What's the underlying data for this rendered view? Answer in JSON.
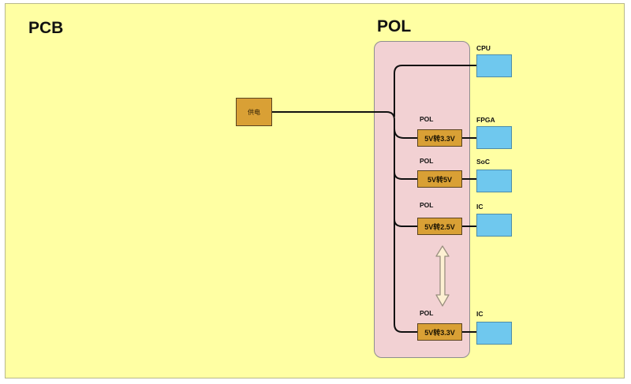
{
  "board": {
    "title": "PCB",
    "pol_title": "POL"
  },
  "source": {
    "label": "供电"
  },
  "converters": [
    {
      "tag": "POL",
      "label": "5V转3.3V"
    },
    {
      "tag": "POL",
      "label": "5V转5V"
    },
    {
      "tag": "POL",
      "label": "5V转2.5V"
    },
    {
      "tag": "POL",
      "label": "5V转3.3V"
    }
  ],
  "loads": [
    {
      "label": "CPU"
    },
    {
      "label": "FPGA"
    },
    {
      "label": "SoC"
    },
    {
      "label": "IC"
    },
    {
      "label": "IC"
    }
  ],
  "colors": {
    "board": "#ffffa3",
    "pol_region": "#f2d1d3",
    "converter": "#d9a035",
    "load": "#6fc8ee",
    "wire": "#111111"
  }
}
